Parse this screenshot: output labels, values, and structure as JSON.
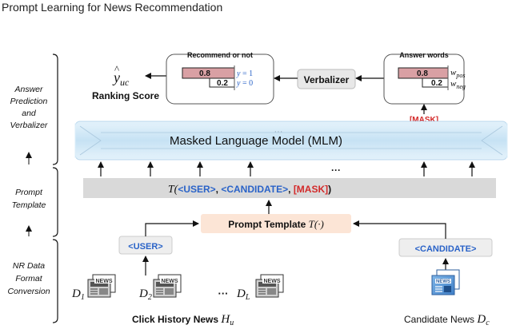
{
  "header": {
    "title": "Prompt Learning for News Recommendation"
  },
  "left_labels": {
    "answer": [
      "Answer",
      "Prediction",
      "and",
      "Verbalizer"
    ],
    "prompt": [
      "Prompt",
      "Template"
    ],
    "nr": [
      "NR Data",
      "Format",
      "Conversion"
    ]
  },
  "ranking": {
    "symbol_base": "y",
    "symbol_sub": "uc",
    "hat": "^",
    "label": "Ranking Score"
  },
  "recommend_panel": {
    "title": "Recommend or not",
    "rows": [
      {
        "value": "0.8",
        "var": "y",
        "eq": " = 1"
      },
      {
        "value": "0.2",
        "var": "y",
        "eq": " = 0"
      }
    ]
  },
  "verbalizer": {
    "label": "Verbalizer"
  },
  "answer_panel": {
    "title": "Answer words",
    "rows": [
      {
        "value": "0.8",
        "var": "w",
        "sub": "pos"
      },
      {
        "value": "0.2",
        "var": "w",
        "sub": "neg"
      }
    ]
  },
  "mask_token": "[MASK]",
  "mlm": {
    "label": "Masked Language Model (MLM)",
    "dots": "···"
  },
  "between_dots": "···",
  "template_bar": {
    "prefix": "T(",
    "user": "<USER>",
    "sep1": ", ",
    "candidate": "<CANDIDATE>",
    "sep2": ", ",
    "mask": "[MASK]",
    "suffix": ")"
  },
  "prompt_template": {
    "label": "Prompt Template ",
    "func": "T(·)"
  },
  "user_tag": "<USER>",
  "candidate_tag": "<CANDIDATE>",
  "news": {
    "icon_text": "NEWS",
    "d1": {
      "base": "D",
      "sub": "1"
    },
    "d2": {
      "base": "D",
      "sub": "2"
    },
    "dL": {
      "base": "D",
      "sub": "L"
    },
    "dots": "···",
    "history_label": "Click History News ",
    "history_sym": {
      "base": "H",
      "sub": "u"
    },
    "candidate_label": "Candidate News ",
    "candidate_sym": {
      "base": "D",
      "sub": "c"
    }
  },
  "colors": {
    "bar_fill": "#d9a0a4",
    "blue_text": "#2a63c8",
    "red_text": "#d32a2a",
    "mlm_fill": "#cfe6f6",
    "template_bar_fill": "#d9d9d9",
    "prompt_fill": "#fce5d6"
  }
}
